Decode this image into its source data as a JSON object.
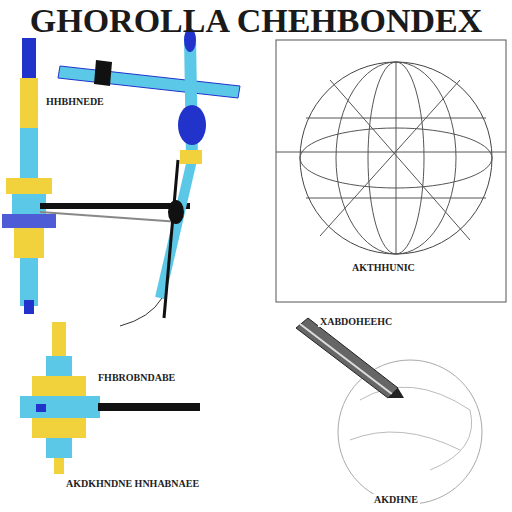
{
  "diagram": {
    "title": "GHOROLLA CHEHBONDEX",
    "labels": [
      "HHBHNEDE",
      "AKTHHUNIC",
      "XABDOHEEHC",
      "FHBROBNDABE",
      "AKDKHNDNE HNHABNAEE",
      "AKDHNE"
    ]
  }
}
